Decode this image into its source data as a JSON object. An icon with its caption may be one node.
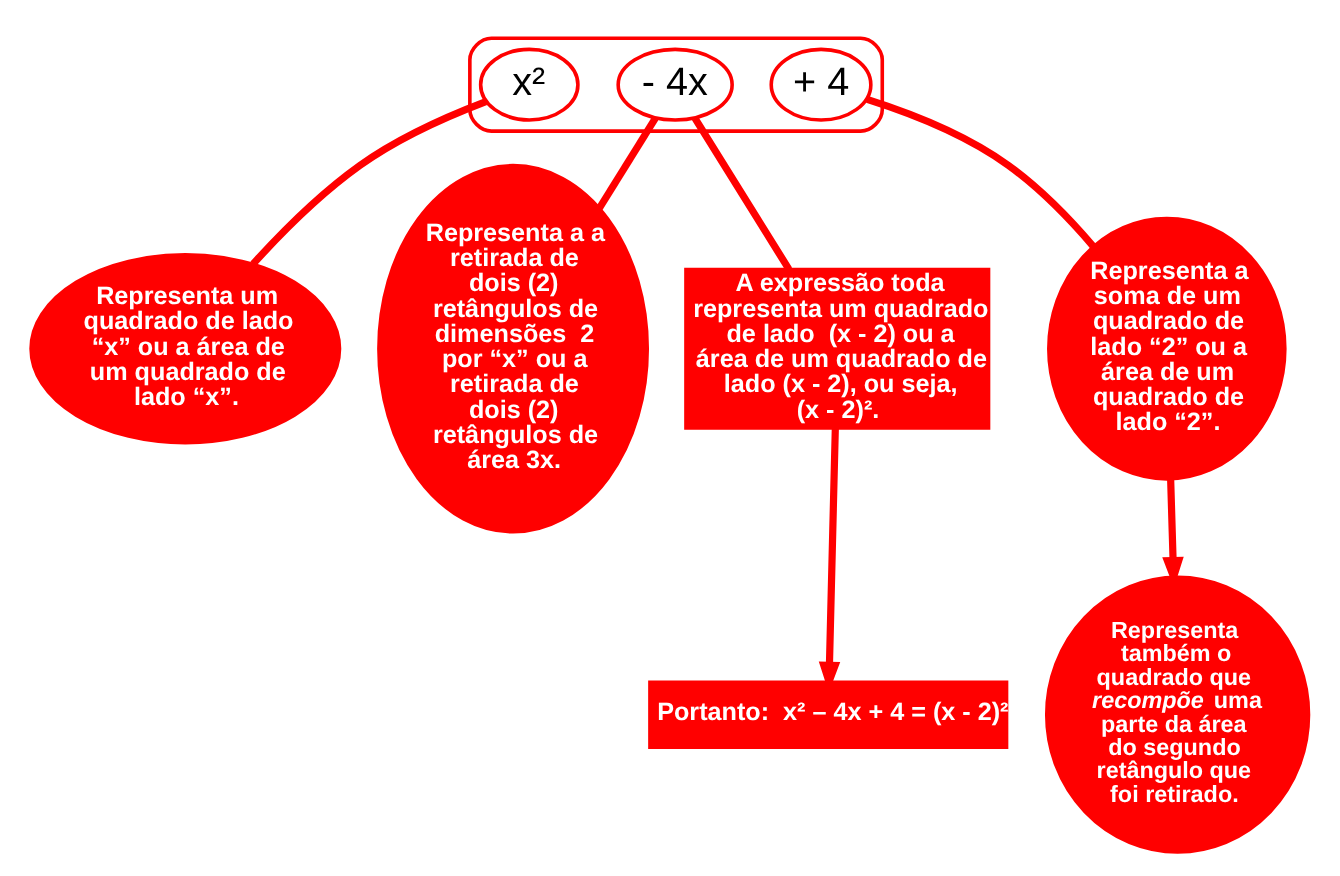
{
  "diagram": {
    "nodes": [
      {
        "text": [],
        "shape": "ellipse"
      },
      {
        "text": [
          "x²"
        ],
        "in": 0
      },
      {
        "text": [
          "- 4x"
        ],
        "in": 0
      },
      {
        "text": [
          "+ 4"
        ],
        "in": 0
      },
      {
        "text": [
          "Representa um quadrado de lado “x” ou a área de um quadrado de lado “x”."
        ]
      },
      {
        "text": [
          "Representa a a retirada de dois (2) retângulos de dimensões  2 por “x” ou a retirada de dois (2) retângulos de área 3x."
        ]
      },
      {
        "text": [
          "Representa a soma de um quadrado de lado “2” ou a área de um quadrado de lado “2”."
        ]
      },
      {
        "text": [
          "A expressão toda representa um quadrado de lado  (x - 2) ou a área de um quadrado de lado (x - 2), ou seja, (x - 2)²."
        ]
      },
      {
        "text": [
          "Representa também o quadrado que *recompõe* uma parte da área do segundo retângulo que foi retirado."
        ]
      },
      {
        "text": [
          "Portanto:  x² – 4x + 4 = (x - 2)²"
        ]
      }
    ],
    "edges": [
      {
        "from": 4,
        "to": 1,
        "arrow": "none"
      },
      {
        "from": 5,
        "to": 2,
        "arrow": "none"
      },
      {
        "from": 6,
        "to": 3,
        "arrow": "none"
      },
      {
        "from": 7,
        "to": 0,
        "arrow": "none"
      },
      {
        "from": 6,
        "to": 8,
        "arrow": "to"
      },
      {
        "from": 7,
        "to": 9,
        "arrow": "to"
      }
    ]
  }
}
